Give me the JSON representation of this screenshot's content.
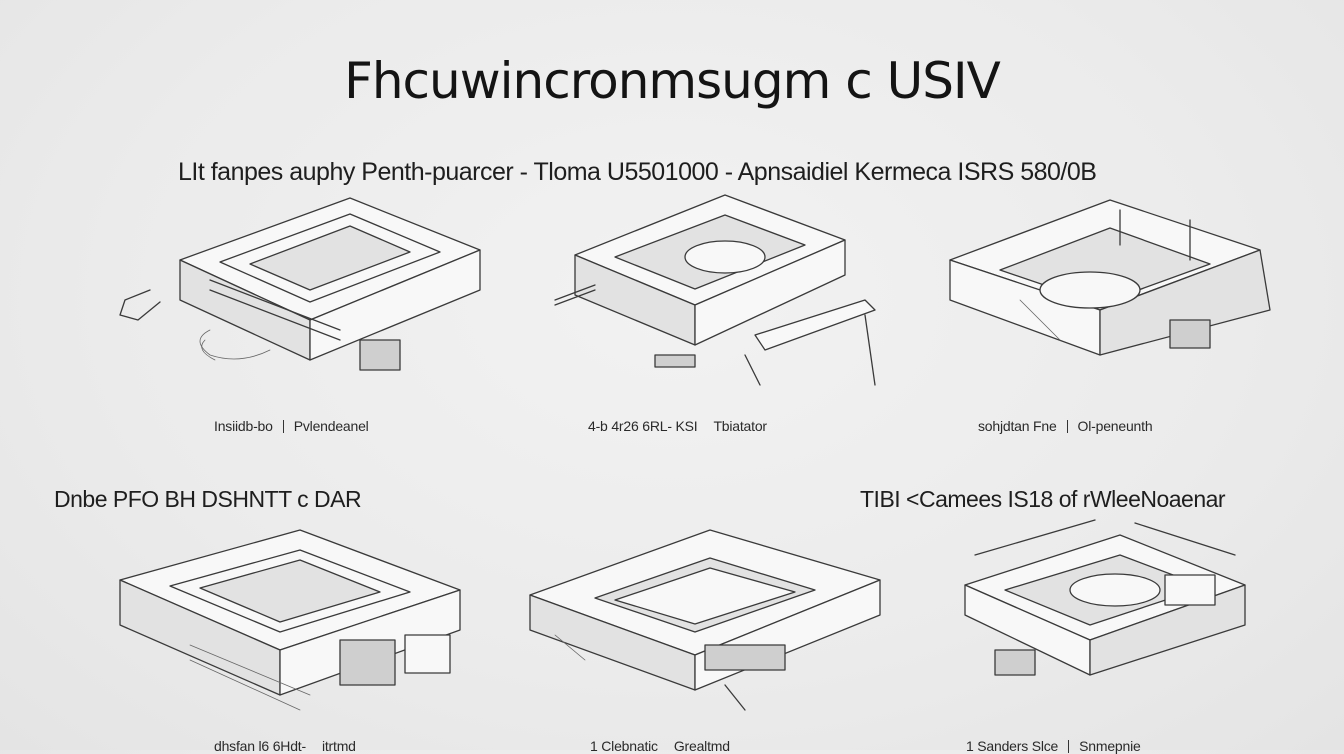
{
  "title": "Fhcuwincronmsugm c USIV",
  "subtitle": "LIt fanpes auphy Penth-puarcer  -  Tloma U5501000 -  Apnsaidiel  Kermeca ISRS 580/0B",
  "sections": {
    "left": "Dnbe PFO BH DSHNTT c DAR",
    "right": "TIBI  <Camees IS18 of rWleeNoaenar"
  },
  "captions": {
    "row1": [
      {
        "a": "Insiidb-bo",
        "b": "Pvlendeanel"
      },
      {
        "a": "4-b 4r26 6RL-  KSI",
        "b": "Tbiatator"
      },
      {
        "a": "sohjdtan Fne",
        "b": "Ol-peneunth"
      }
    ],
    "row2": [
      {
        "a": "dhsfan l6 6Hdt-",
        "b": "itrtmd"
      },
      {
        "a": "1 Clebnatic",
        "b": "Grealtmd"
      },
      {
        "a": "1 Sanders  Slce",
        "b": "Snmepnie"
      }
    ]
  },
  "icons": [
    "scanner-drawing-1",
    "scanner-drawing-2",
    "scanner-drawing-3",
    "scanner-drawing-4",
    "scanner-drawing-5",
    "scanner-drawing-6"
  ]
}
